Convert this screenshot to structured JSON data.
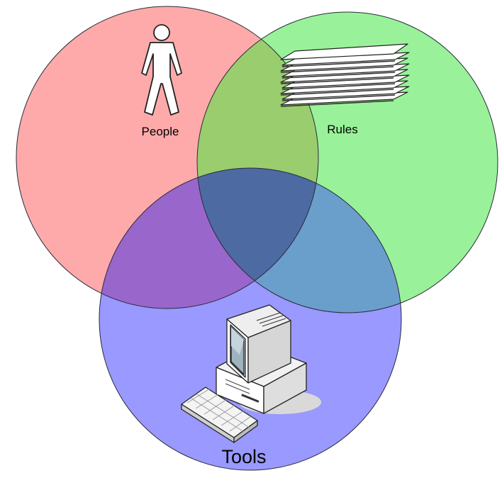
{
  "diagram": {
    "type": "venn",
    "sets": [
      {
        "key": "people",
        "label": "People",
        "color": "#ffaaaa",
        "icon": "person-icon"
      },
      {
        "key": "rules",
        "label": "Rules",
        "color": "#99f299",
        "icon": "paper-stack-icon"
      },
      {
        "key": "tools",
        "label": "Tools",
        "color": "#9999ff",
        "icon": "computer-icon"
      }
    ],
    "overlap_colors": {
      "people_rules": "#9acd6e",
      "people_tools": "#9966cc",
      "rules_tools": "#6a9fcc",
      "all": "#4d6aa3"
    }
  }
}
